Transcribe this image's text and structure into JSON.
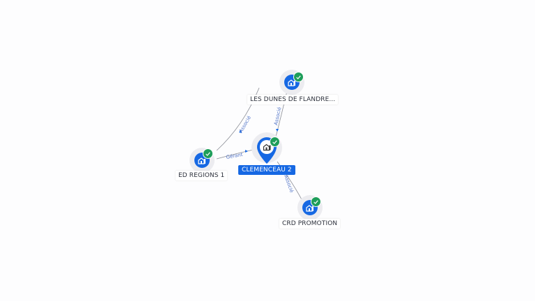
{
  "colors": {
    "node_blue": "#1668e3",
    "check_green": "#1e9e5a",
    "edge_gray": "#8a8d96",
    "edge_label": "#5476c8"
  },
  "nodes": {
    "center": {
      "label": "CLEMENCEAU 2",
      "icon": "building-icon"
    },
    "top": {
      "label": "LES DUNES DE FLANDRE...",
      "icon": "building-icon"
    },
    "left": {
      "label": "ED REGIONS 1",
      "icon": "building-icon"
    },
    "bottom": {
      "label": "CRD PROMOTION",
      "icon": "building-icon"
    }
  },
  "edges": {
    "left_top": "Associé",
    "top_center": "Associé",
    "left_center": "Gérant",
    "center_bottom": "Associé"
  }
}
